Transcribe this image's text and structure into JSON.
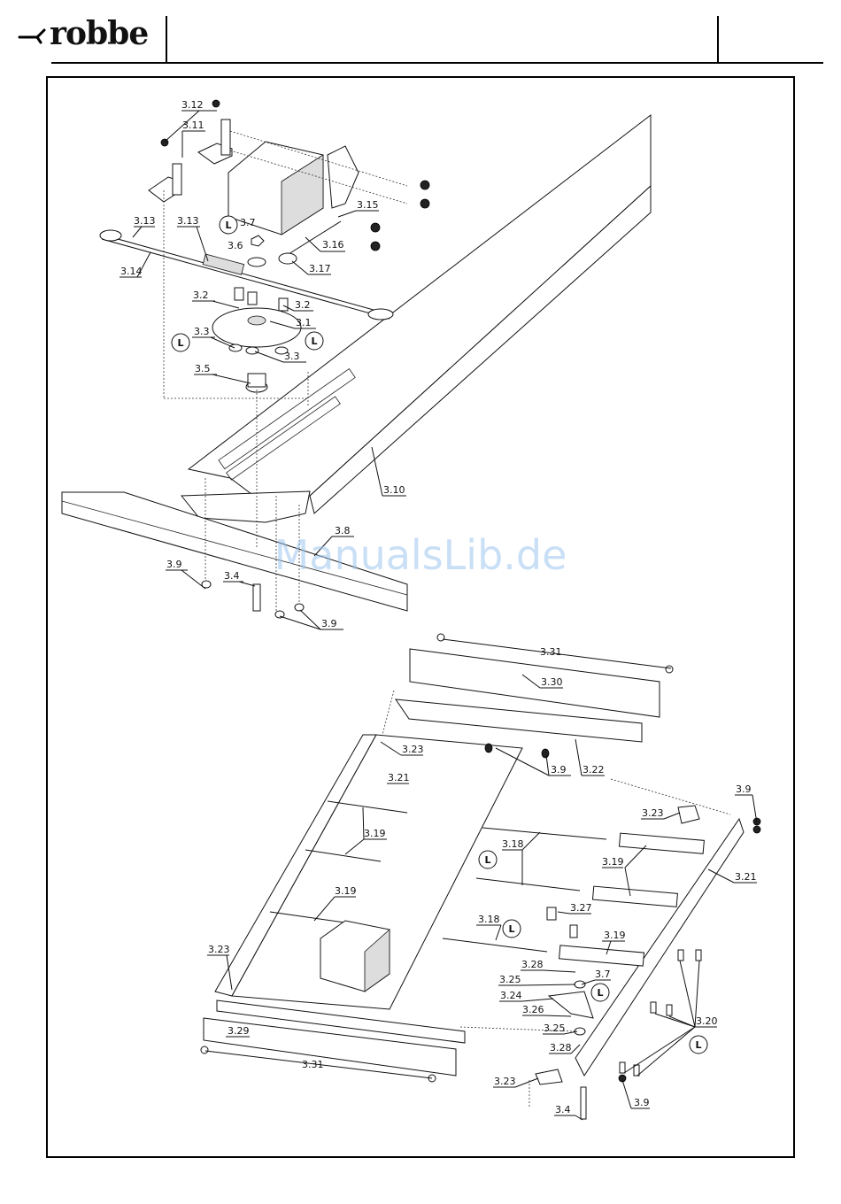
{
  "header": {
    "brand": "robbe"
  },
  "watermark": "ManualsLib.de",
  "callouts": [
    "3.12",
    "3.11",
    "3.13",
    "3.13",
    "3.14",
    "3.7",
    "3.6",
    "3.15",
    "3.16",
    "3.17",
    "3.2",
    "3.2",
    "3.1",
    "3.3",
    "3.3",
    "3.5",
    "3.10",
    "3.8",
    "3.9",
    "3.4",
    "3.9",
    "3.31",
    "3.30",
    "3.23",
    "3.22",
    "3.9",
    "3.21",
    "3.19",
    "3.19",
    "3.23",
    "3.9",
    "3.18",
    "3.19",
    "3.21",
    "3.18",
    "3.27",
    "3.19",
    "3.23",
    "3.28",
    "3.7",
    "3.25",
    "3.24",
    "3.26",
    "3.25",
    "3.28",
    "3.20",
    "3.29",
    "3.31",
    "3.23",
    "3.9",
    "3.4"
  ],
  "loctite_symbol": "L",
  "icons": [
    "robbe-logo-mark",
    "loctite-symbol"
  ]
}
